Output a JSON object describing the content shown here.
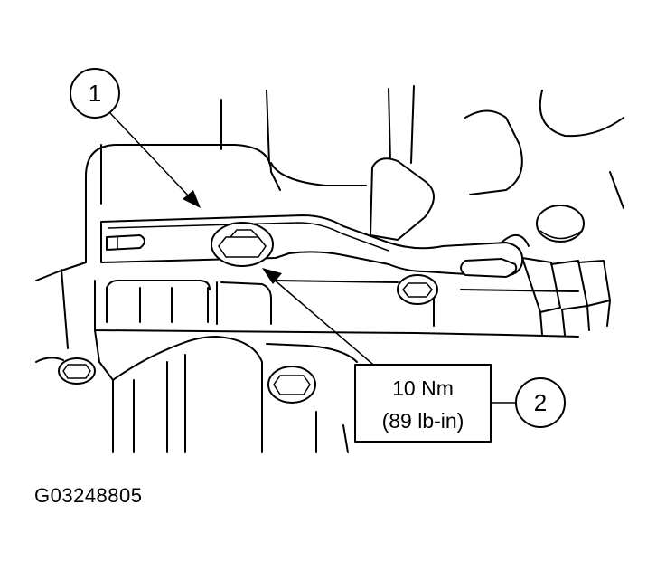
{
  "callouts": [
    {
      "label": "1"
    },
    {
      "label": "2"
    }
  ],
  "torque_spec": {
    "metric": "10 Nm",
    "imperial": "(89 lb-in)"
  },
  "figure_id": "G03248805"
}
